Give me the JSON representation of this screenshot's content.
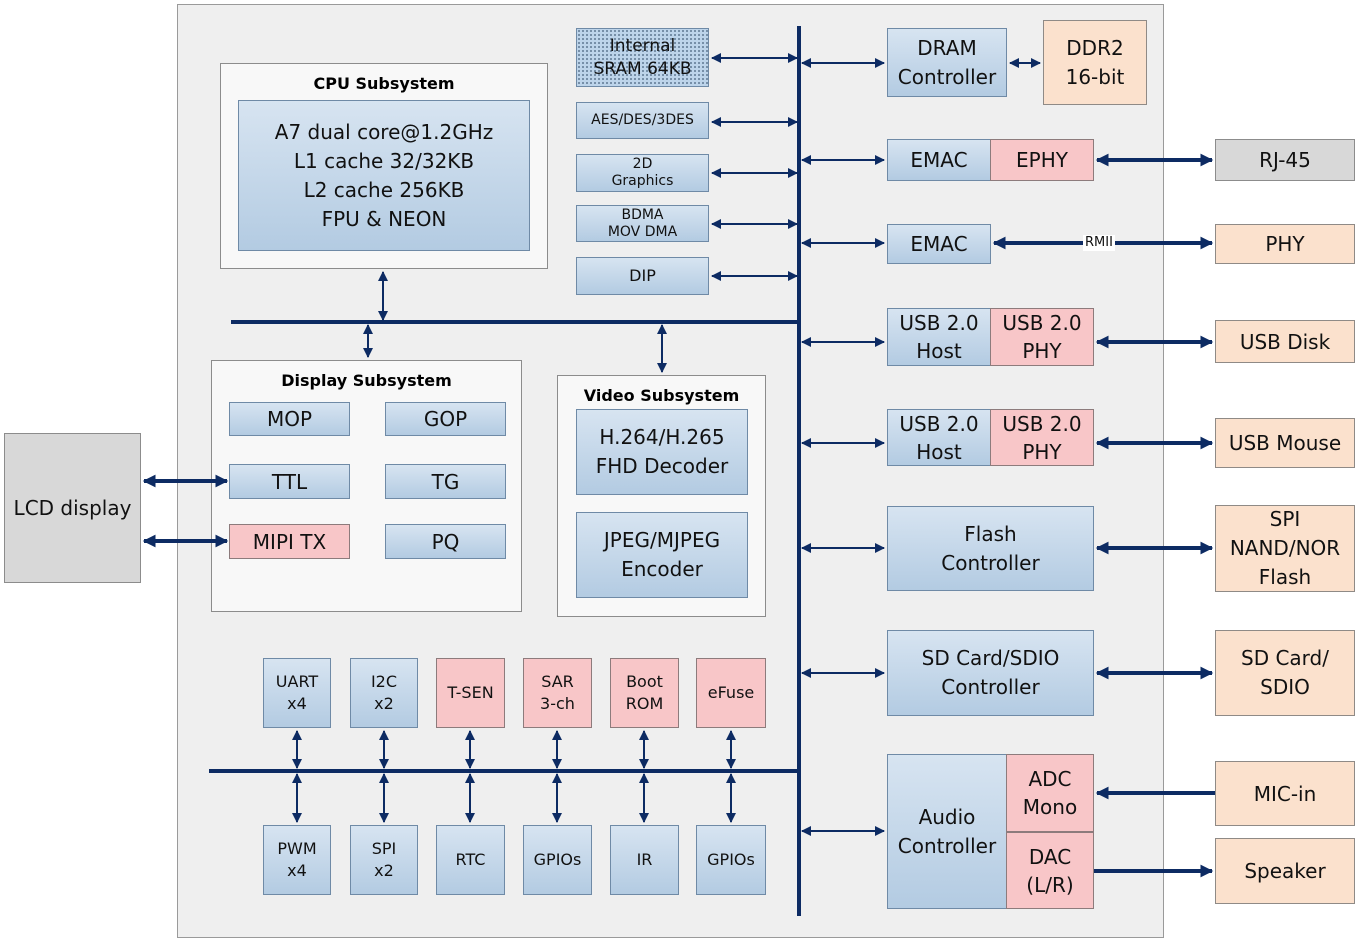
{
  "diagram": {
    "cpu": {
      "title": "CPU Subsystem",
      "lines": [
        "A7 dual core@1.2GHz",
        "L1 cache 32/32KB",
        "L2 cache 256KB",
        "FPU & NEON"
      ]
    },
    "memory_blocks": {
      "sram": [
        "Internal",
        "SRAM 64KB"
      ],
      "aes": "AES/DES/3DES",
      "graphics": [
        "2D",
        "Graphics"
      ],
      "bdma": [
        "BDMA",
        "MOV DMA"
      ],
      "dip": "DIP"
    },
    "display": {
      "title": "Display Subsystem",
      "mop": "MOP",
      "gop": "GOP",
      "ttl": "TTL",
      "tg": "TG",
      "mipi": "MIPI TX",
      "pq": "PQ"
    },
    "video": {
      "title": "Video Subsystem",
      "decoder": [
        "H.264/H.265",
        "FHD Decoder"
      ],
      "encoder": [
        "JPEG/MJPEG",
        "Encoder"
      ]
    },
    "lcd": "LCD display",
    "peripherals_top": {
      "uart": [
        "UART",
        "x4"
      ],
      "i2c": [
        "I2C",
        "x2"
      ],
      "tsen": "T-SEN",
      "sar": [
        "SAR",
        "3-ch"
      ],
      "boot": [
        "Boot",
        "ROM"
      ],
      "efuse": "eFuse"
    },
    "peripherals_bottom": {
      "pwm": [
        "PWM",
        "x4"
      ],
      "spi": [
        "SPI",
        "x2"
      ],
      "rtc": "RTC",
      "gpio1": "GPIOs",
      "ir": "IR",
      "gpio2": "GPIOs"
    },
    "right": {
      "dram": [
        "DRAM",
        "Controller"
      ],
      "ddr2": [
        "DDR2",
        "16-bit"
      ],
      "emac1": "EMAC",
      "ephy": "EPHY",
      "rj45": "RJ-45",
      "emac2": "EMAC",
      "rmii": "RMII",
      "phy": "PHY",
      "usb1_host": [
        "USB 2.0",
        "Host"
      ],
      "usb1_phy": [
        "USB 2.0",
        "PHY"
      ],
      "usb_disk": "USB Disk",
      "usb2_host": [
        "USB 2.0",
        "Host"
      ],
      "usb2_phy": [
        "USB 2.0",
        "PHY"
      ],
      "usb_mouse": "USB Mouse",
      "flash_ctrl": [
        "Flash",
        "Controller"
      ],
      "flash": [
        "SPI",
        "NAND/NOR",
        "Flash"
      ],
      "sd_ctrl": [
        "SD Card/SDIO",
        "Controller"
      ],
      "sd": [
        "SD Card/",
        "SDIO"
      ],
      "audio": [
        "Audio",
        "Controller"
      ],
      "adc": [
        "ADC",
        "Mono"
      ],
      "dac": [
        "DAC",
        "(L/R)"
      ],
      "mic": "MIC-in",
      "speaker": "Speaker"
    },
    "colors": {
      "bus": "#0d2b63",
      "blue_block": "#bcd2e8",
      "pink_block": "#f8c6c8",
      "tan_block": "#fbe1cd",
      "gray_block": "#d8d8d8"
    }
  }
}
